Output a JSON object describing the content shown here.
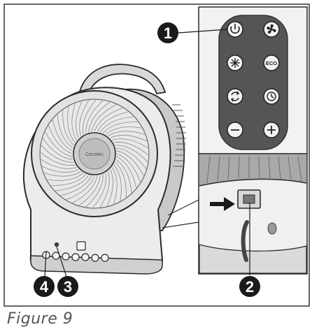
{
  "caption": "Figure 9",
  "callouts": {
    "one": "1",
    "two": "2",
    "three": "3",
    "four": "4"
  },
  "labels": {
    "eco": "ECO",
    "brand": "Cecotec"
  },
  "icons": [
    "power-icon",
    "fan-icon",
    "heat-icon",
    "eco-icon",
    "oscillate-icon",
    "timer-icon",
    "minus-icon",
    "plus-icon"
  ],
  "colors": {
    "outline": "#2b2b2b",
    "body": "#ececec",
    "panel_bg": "#f2f2f2",
    "remote": "#555555",
    "callout": "#1a1a1a"
  }
}
